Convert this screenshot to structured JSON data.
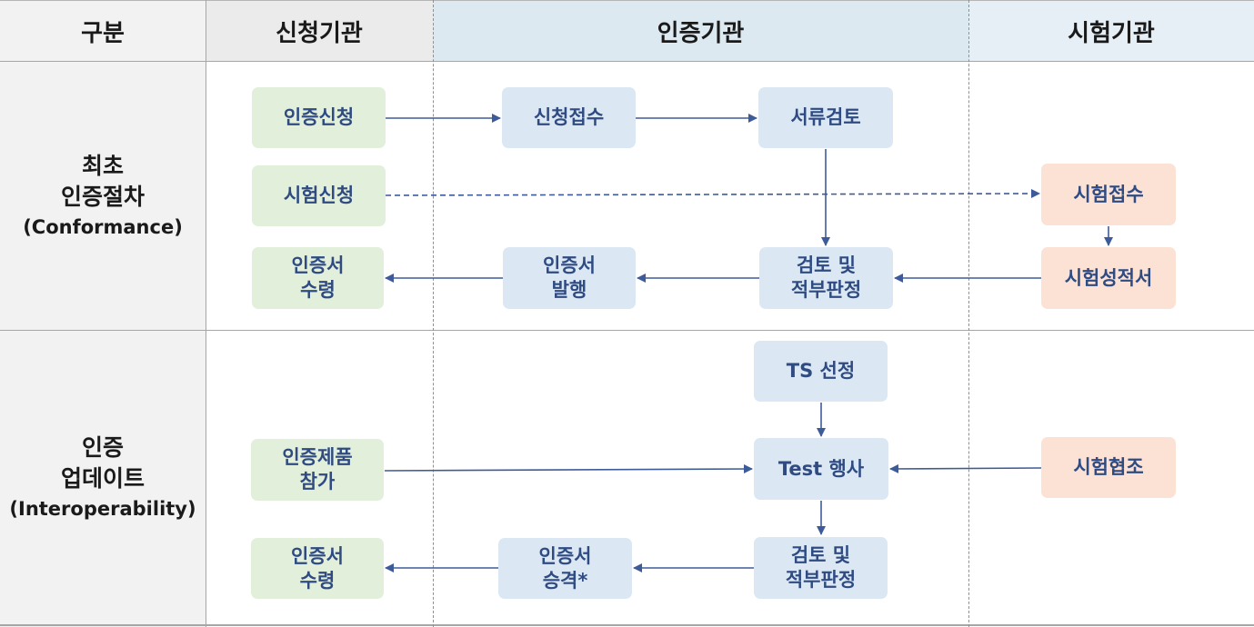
{
  "colors": {
    "box_text": "#2f4b82",
    "arrow": "#3e5b99",
    "applicant_box": "#e2efda",
    "certification_box": "#dbe8f4",
    "testing_box": "#fbe2d5",
    "header_blue": "#dce9f0",
    "header_gray": "#ebebeb"
  },
  "headers": {
    "category": "구분",
    "applicant": "신청기관",
    "certification": "인증기관",
    "testing": "시험기관"
  },
  "rows": {
    "conformance": {
      "line1": "최초",
      "line2": "인증절차",
      "line3": "(Conformance)"
    },
    "interop": {
      "line1": "인증",
      "line2": "업데이트",
      "line3": "(Interoperability)"
    }
  },
  "boxes": {
    "cert_apply": "인증신청",
    "receipt": "신청접수",
    "doc_review": "서류검토",
    "test_apply": "시험신청",
    "test_receipt": "시험접수",
    "cert_receive_1": "인증서\n수령",
    "cert_issue": "인증서\n발행",
    "review_judge_1": "검토 및\n적부판정",
    "test_report": "시험성적서",
    "ts_select": "TS 선정",
    "cert_product": "인증제품\n참가",
    "test_event": "Test 행사",
    "test_coop": "시험협조",
    "cert_receive_2": "인증서\n수령",
    "cert_upgrade": "인증서\n승격*",
    "review_judge_2": "검토 및\n적부판정"
  }
}
